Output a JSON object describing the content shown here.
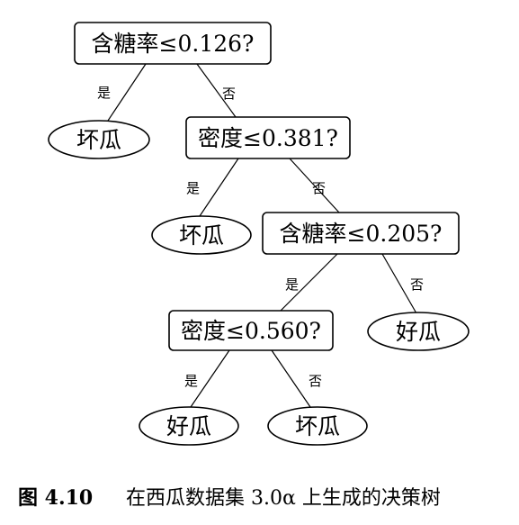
{
  "nodes": {
    "n1": "含糖率≤0.126?",
    "n2": "坏瓜",
    "n3": "密度≤0.381?",
    "n4": "坏瓜",
    "n5": "含糖率≤0.205?",
    "n6": "密度≤0.560?",
    "n7": "好瓜",
    "n8": "好瓜",
    "n9": "坏瓜"
  },
  "edges": {
    "e1": "是",
    "e2": "否",
    "e3": "是",
    "e4": "否",
    "e5": "是",
    "e6": "否",
    "e7": "是",
    "e8": "否"
  },
  "caption": {
    "label": "图 4.10",
    "text": "在西瓜数据集 3.0α 上生成的决策树"
  }
}
